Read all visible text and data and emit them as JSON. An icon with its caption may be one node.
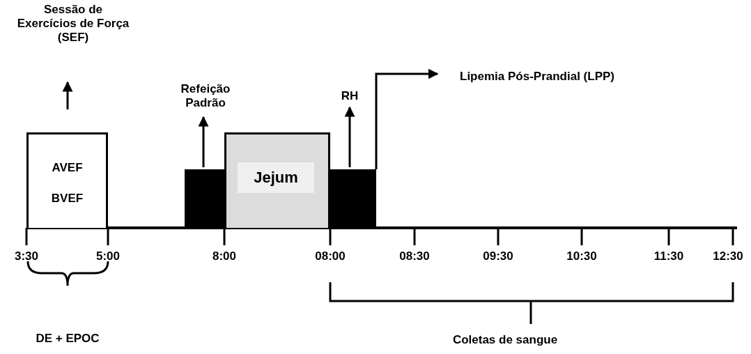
{
  "diagram": {
    "nodes": [
      {
        "text": [
          "AVEF",
          "BVEF"
        ]
      },
      {
        "text": [
          "Sessão de Exercícios de Força (SEF)"
        ]
      },
      {
        "text": [],
        "shape": "bar"
      },
      {
        "text": [
          "Refeição Padrão"
        ]
      },
      {
        "text": [
          "Jejum"
        ]
      },
      {
        "text": [],
        "shape": "bar"
      },
      {
        "text": [
          "RH"
        ]
      },
      {
        "text": [
          "Lipemia Pós-Prandial (LPP)"
        ]
      }
    ],
    "edges": [
      {
        "from": 0,
        "to": 1,
        "arrow": "to"
      },
      {
        "from": 2,
        "to": 3,
        "arrow": "to"
      },
      {
        "from": 5,
        "to": 6,
        "arrow": "to"
      },
      {
        "from": 5,
        "to": 7,
        "arrow": "to"
      }
    ],
    "labels": [
      "3:30",
      "5:00",
      "8:00",
      "08:00",
      "08:30",
      "09:30",
      "10:30",
      "11:30",
      "12:30",
      "DE + EPOC",
      "Coletas de sangue"
    ]
  }
}
